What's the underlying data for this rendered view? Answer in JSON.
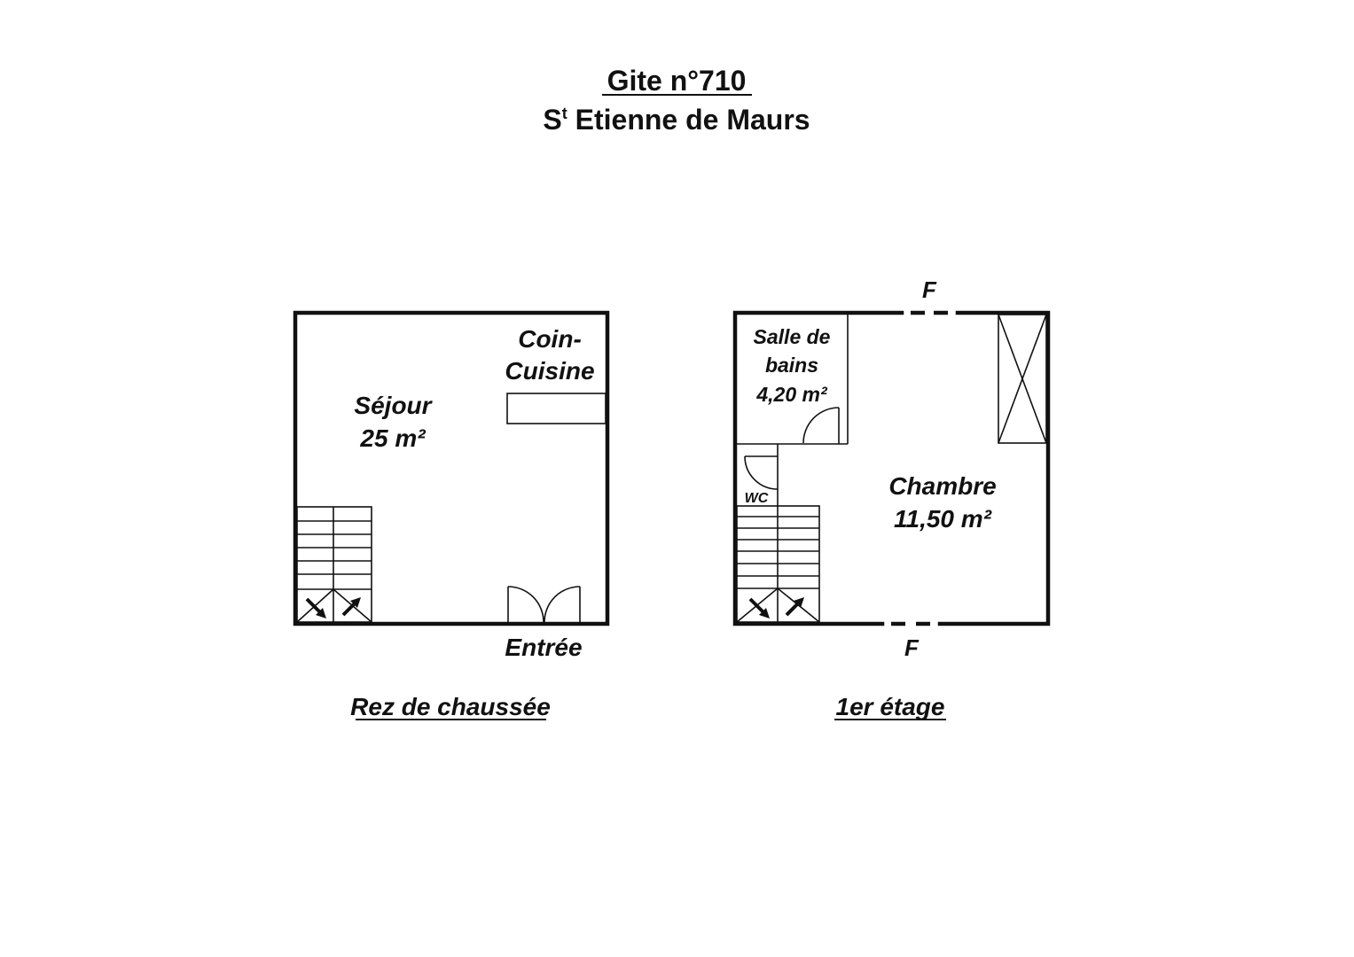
{
  "title": {
    "line1": "Gite n°710",
    "line2_prefix": "S",
    "line2_sup": "t",
    "line2_rest": " Etienne de Maurs"
  },
  "ground_floor": {
    "caption": "Rez de chaussée",
    "sejour_name": "Séjour",
    "sejour_area": "25 m²",
    "kitchen_line1": "Coin-",
    "kitchen_line2": "Cuisine",
    "entry": "Entrée"
  },
  "first_floor": {
    "caption": "1er étage",
    "bath_line1": "Salle de",
    "bath_line2": "bains",
    "bath_area": "4,20 m²",
    "wc": "WC",
    "chambre_name": "Chambre",
    "chambre_area": "11,50 m²",
    "window_top": "F",
    "window_bottom": "F"
  }
}
